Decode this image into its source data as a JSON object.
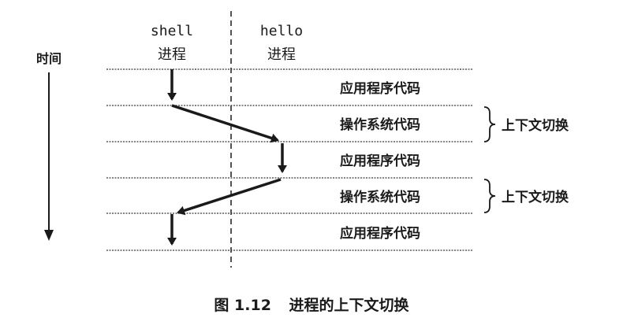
{
  "processes": {
    "left": {
      "name": "shell",
      "label": "进程"
    },
    "right": {
      "name": "hello",
      "label": "进程"
    }
  },
  "time_label": "时间",
  "segments": [
    {
      "label": "应用程序代码",
      "process": "shell"
    },
    {
      "label": "操作系统代码",
      "process": "kernel"
    },
    {
      "label": "应用程序代码",
      "process": "hello"
    },
    {
      "label": "操作系统代码",
      "process": "kernel"
    },
    {
      "label": "应用程序代码",
      "process": "shell"
    }
  ],
  "context_switches": [
    {
      "label": "上下文切换"
    },
    {
      "label": "上下文切换"
    }
  ],
  "caption": {
    "figure": "图 1.12",
    "title": "进程的上下文切换"
  },
  "colors": {
    "ink": "#1a1a1a",
    "rule": "#3a3a3a",
    "background": "#ffffff"
  }
}
